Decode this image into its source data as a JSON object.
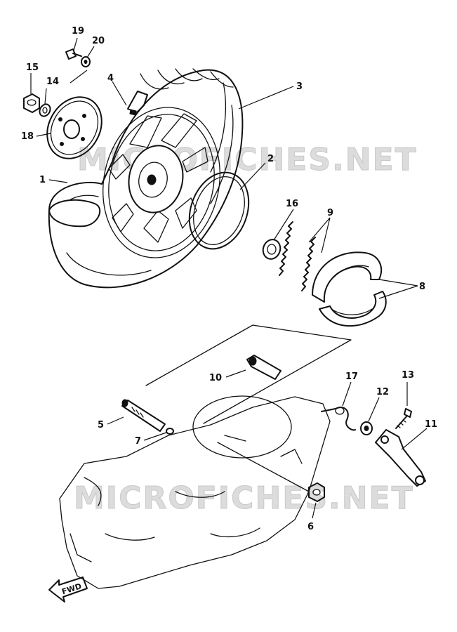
{
  "watermarks": [
    "MICROFICHES.NET",
    "MICROFICHES.NET"
  ],
  "direction_label": "FWD",
  "callouts": [
    {
      "id": "c1",
      "text": "1"
    },
    {
      "id": "c2",
      "text": "2"
    },
    {
      "id": "c3",
      "text": "3"
    },
    {
      "id": "c4",
      "text": "4"
    },
    {
      "id": "c5",
      "text": "5"
    },
    {
      "id": "c6",
      "text": "6"
    },
    {
      "id": "c7",
      "text": "7"
    },
    {
      "id": "c8",
      "text": "8"
    },
    {
      "id": "c9",
      "text": "9"
    },
    {
      "id": "c10",
      "text": "10"
    },
    {
      "id": "c11",
      "text": "11"
    },
    {
      "id": "c12",
      "text": "12"
    },
    {
      "id": "c13",
      "text": "13"
    },
    {
      "id": "c14",
      "text": "14"
    },
    {
      "id": "c15",
      "text": "15"
    },
    {
      "id": "c16",
      "text": "16"
    },
    {
      "id": "c17",
      "text": "17"
    },
    {
      "id": "c18",
      "text": "18"
    },
    {
      "id": "c19",
      "text": "19"
    },
    {
      "id": "c20",
      "text": "20"
    }
  ]
}
